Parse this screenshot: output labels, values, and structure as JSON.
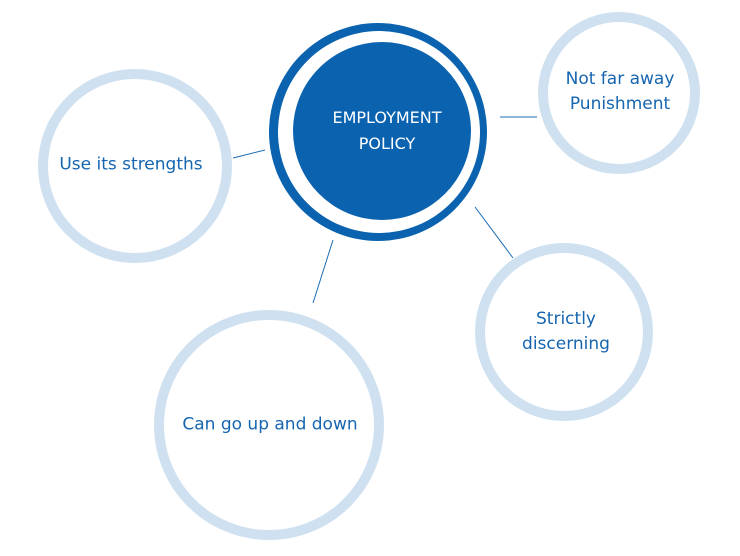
{
  "center": {
    "line1": "EMPLOYMENT",
    "line2": "POLICY"
  },
  "nodes": [
    {
      "line1": "Not far away",
      "line2": "Punishment"
    },
    {
      "line1": "Use its strengths"
    },
    {
      "line1": "Strictly",
      "line2": "discerning"
    },
    {
      "line1": "Can go up and down"
    }
  ],
  "colors": {
    "primary": "#0b63b0",
    "ring": "#cfe1f0",
    "line": "#1a6cb5"
  }
}
